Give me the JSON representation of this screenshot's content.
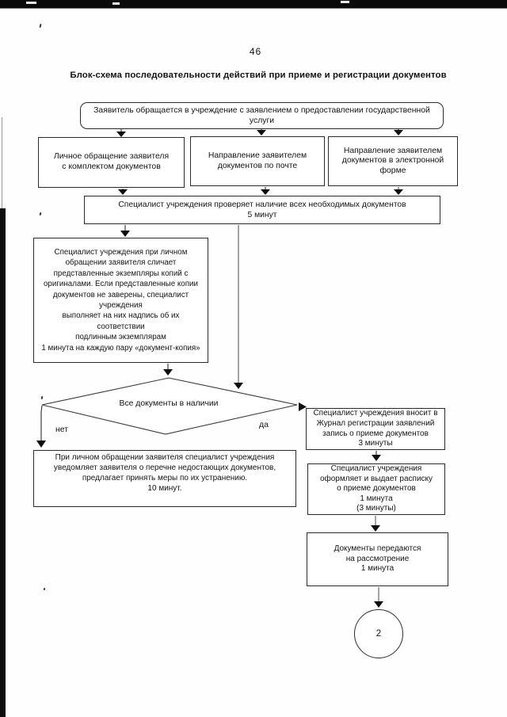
{
  "page": {
    "number": "46",
    "title": "Блок-схема последовательности действий при приеме и регистрации документов"
  },
  "nodes": {
    "start": {
      "text": "Заявитель обращается в учреждение с заявлением о предоставлении государственной\nуслуги"
    },
    "personal": {
      "text": "Личное обращение заявителя\nс комплектом документов"
    },
    "mail": {
      "text": "Направление заявителем\nдокументов по почте"
    },
    "electronic": {
      "text": "Направление заявителем\nдокументов в электронной форме"
    },
    "verify": {
      "text": "Специалист учреждения проверяет наличие всех необходимых документов\n5 минут"
    },
    "compare": {
      "text": "Специалист учреждения при личном\nобращении заявителя сличает\nпредставленные экземпляры копий с\nоригиналами. Если представленные копии\nдокументов не заверены, специалист\nучреждения\nвыполняет на них надпись об их\nсоответствии\nподлинным экземплярам\n1 минута на каждую пару «документ-копия»"
    },
    "decision": {
      "text": "Все документы в наличии",
      "no": "нет",
      "yes": "да"
    },
    "notify": {
      "text": "При личном обращении заявителя специалист учреждения\nуведомляет заявителя о перечне недостающих документов,\nпредлагает принять меры по их устранению.\n10 минут."
    },
    "register": {
      "text": "Специалист учреждения вносит в\nЖурнал регистрации заявлений\nзапись о приеме документов\n3 минуты"
    },
    "receipt": {
      "text": "Специалист учреждения\nоформляет и выдает расписку\nо приеме документов\n1 минута\n(3 минуты)"
    },
    "transfer": {
      "text": "Документы передаются\nна рассмотрение\n1 минута"
    },
    "connector": {
      "text": "2"
    }
  }
}
